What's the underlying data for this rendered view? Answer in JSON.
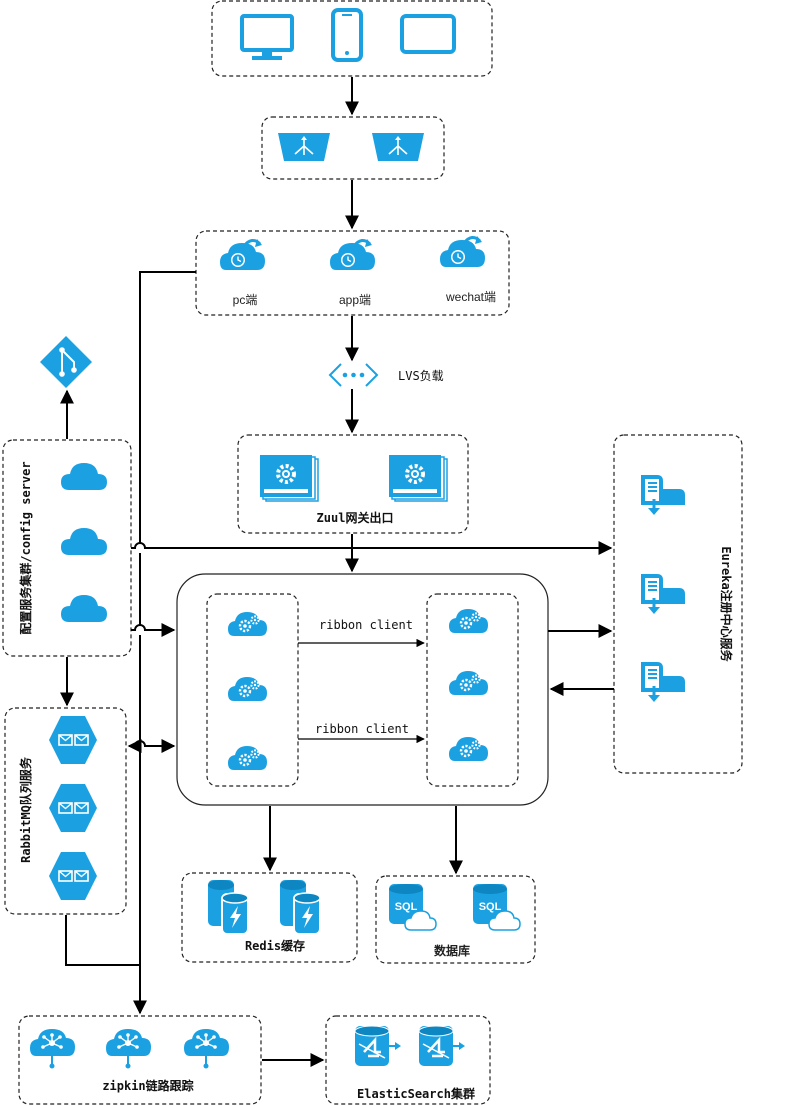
{
  "labels": {
    "pc": "pc端",
    "app": "app端",
    "wechat": "wechat端",
    "lvs": "LVS负载",
    "zuul": "Zuul网关出口",
    "ribbon1": "ribbon client",
    "ribbon2": "ribbon client",
    "config": "配置服务集群/config server",
    "rabbit": "RabbitMQ队列服务",
    "eureka": "Eureka注册中心服务",
    "redis": "Redis缓存",
    "db": "数据库",
    "zipkin": "zipkin链路跟踪",
    "es": "ElasticSearch集群"
  },
  "icons": {
    "clients": [
      "monitor-icon",
      "phone-icon",
      "tablet-icon"
    ],
    "balancer": "load-balancer-icon",
    "webapp": "cloud-clock-icon",
    "lvs": "network-dots-icon",
    "gateway": "gear-window-icon",
    "git": "git-icon",
    "cloud": "cloud-icon",
    "queue": "message-queue-icon",
    "registry": "service-registry-icon",
    "service": "cloud-gears-icon",
    "cache": "cache-db-icon",
    "sql": "sql-db-icon",
    "trace": "cloud-network-icon",
    "search": "search-db-icon"
  },
  "colors": {
    "accent": "#1ba1e2",
    "stroke": "#222222"
  }
}
